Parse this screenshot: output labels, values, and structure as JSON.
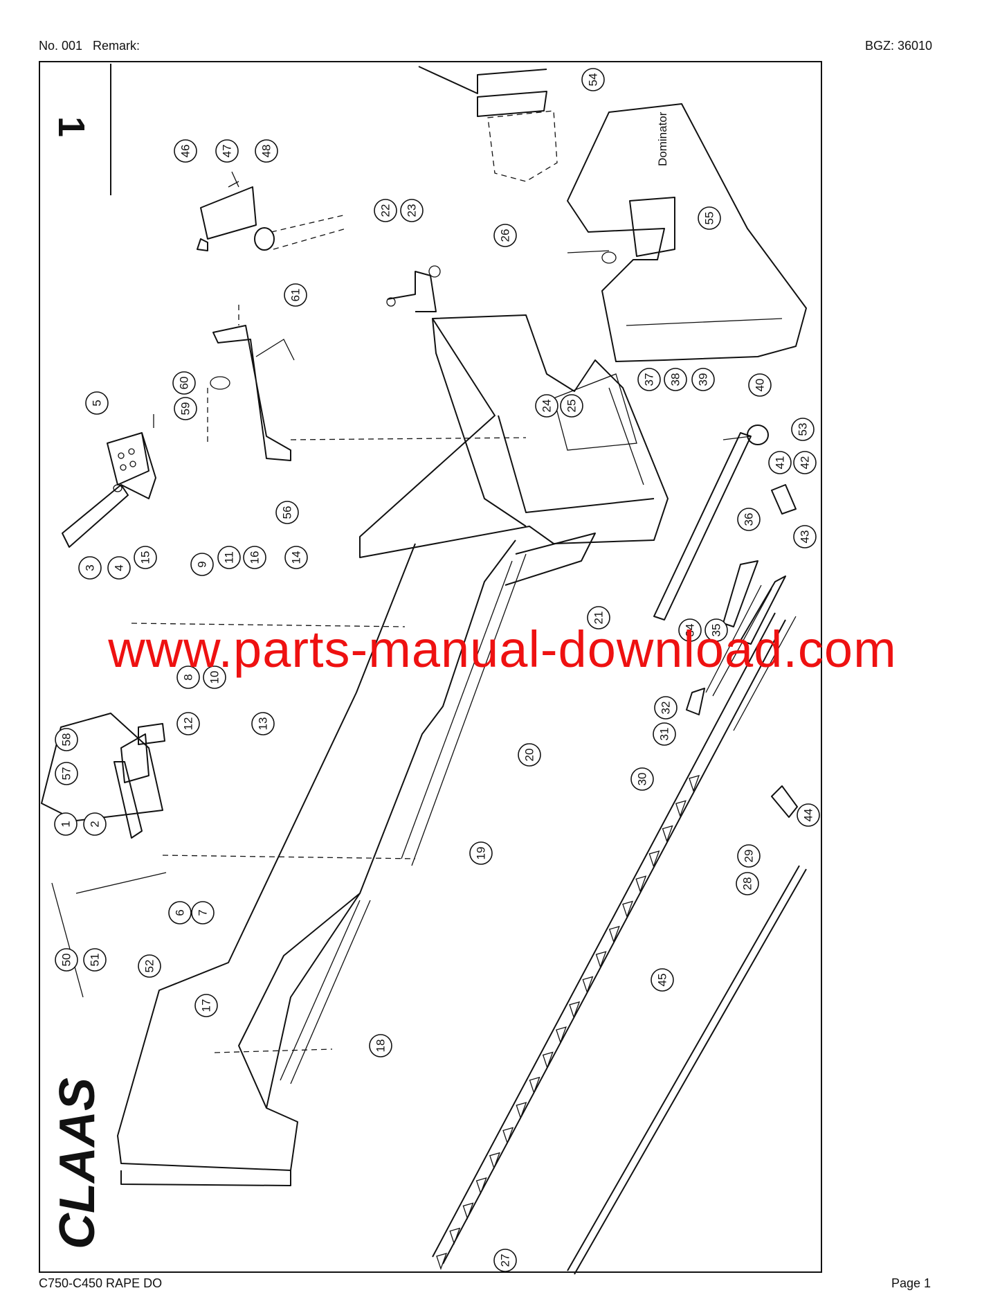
{
  "header": {
    "number": "No. 001",
    "remark": "Remark:",
    "bgz": "BGZ: 36010"
  },
  "footer": {
    "model": "C750-C450 RAPE DO",
    "page": "Page 1"
  },
  "drawing": {
    "sheet_number": "1",
    "model_label": "Dominator",
    "watermark": "www.parts-manual-download.com",
    "brand_logo": "CLAAS",
    "callouts": [
      "1",
      "2",
      "3",
      "4",
      "5",
      "6",
      "7",
      "8",
      "9",
      "10",
      "11",
      "12",
      "13",
      "14",
      "15",
      "16",
      "17",
      "18",
      "19",
      "20",
      "21",
      "22",
      "23",
      "24",
      "25",
      "26",
      "27",
      "28",
      "29",
      "30",
      "31",
      "32",
      "34",
      "35",
      "36",
      "37",
      "38",
      "39",
      "40",
      "41",
      "42",
      "43",
      "44",
      "45",
      "46",
      "47",
      "48",
      "50",
      "51",
      "52",
      "53",
      "54",
      "55",
      "56",
      "57",
      "58",
      "59",
      "60",
      "61"
    ]
  }
}
